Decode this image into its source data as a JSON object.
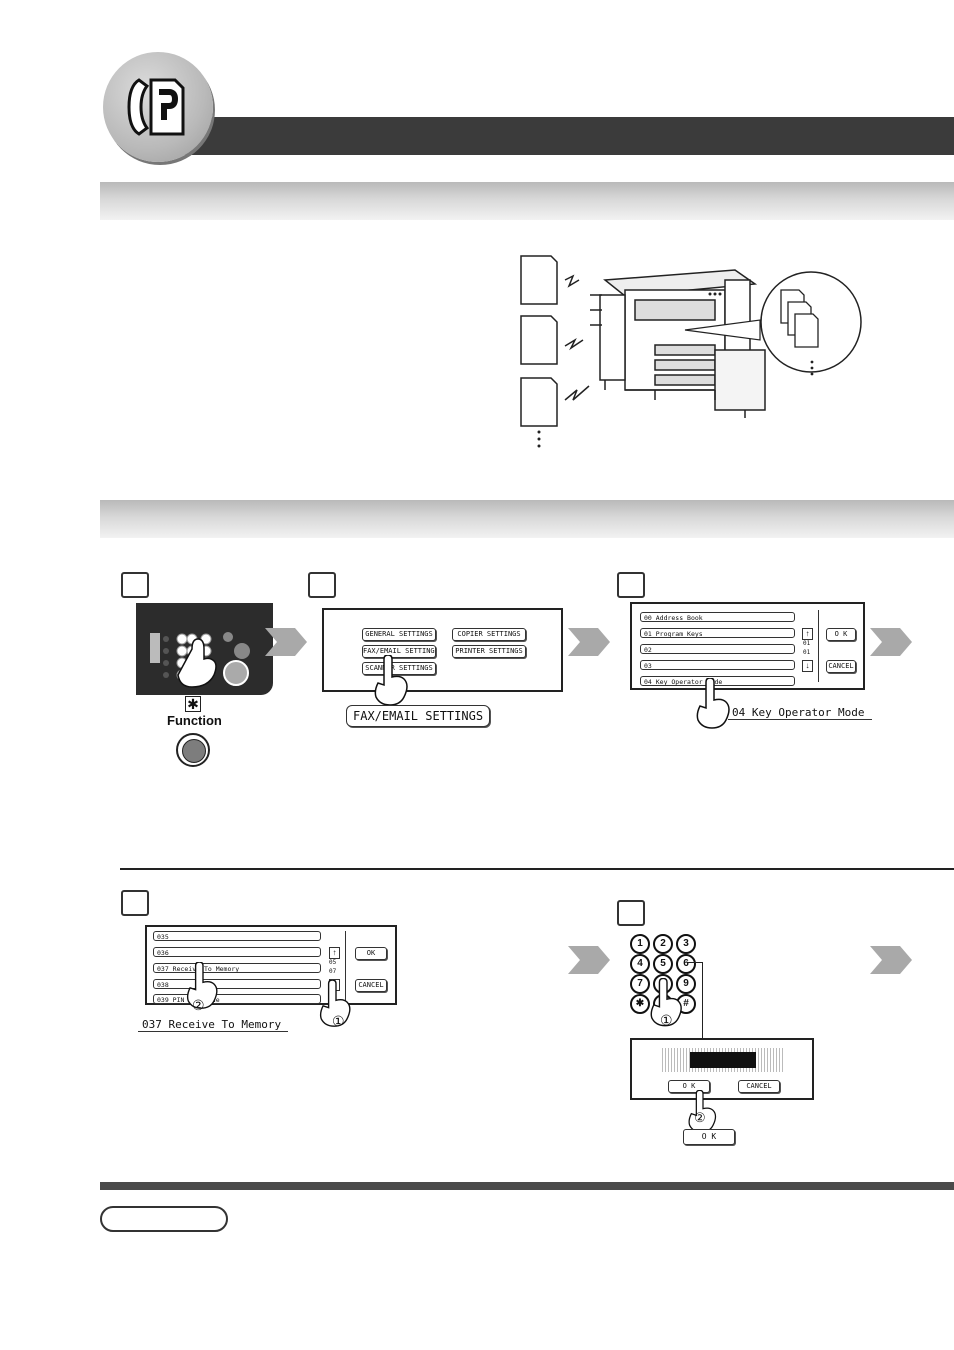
{
  "colors": {
    "header_bar": "#3b3b3b",
    "section_bar_top": "#b9b9b9",
    "section_bar_bottom": "#f2f2f2",
    "rule": "#222222"
  },
  "header": {
    "icon": "fax-phone-icon"
  },
  "illustration": {
    "machine": "multifunction-copier-fax-icon",
    "pages": "incoming-fax-pages-icon"
  },
  "steps_row1": {
    "step1": {
      "key_symbol": "✱",
      "function_label": "Function"
    },
    "step2": {
      "buttons": [
        "GENERAL SETTINGS",
        "COPIER SETTINGS",
        "FAX/EMAIL SETTINGS",
        "PRINTER SETTINGS",
        "SCANNER SETTINGS"
      ],
      "selected_label": "FAX/EMAIL SETTINGS"
    },
    "step3": {
      "rows": [
        "00 Address Book",
        "01 Program Keys",
        "02",
        "03",
        "04 Key Operator Mode"
      ],
      "page_indicator": [
        "01",
        "01"
      ],
      "ok_label": "O K",
      "cancel_label": "CANCEL",
      "selected_label": "04  Key Operator Mode"
    }
  },
  "steps_row2": {
    "step4": {
      "rows": [
        "035",
        "036",
        "037 Receive To Memory",
        "038",
        "039 PIN           ess        None"
      ],
      "page_indicator": [
        "05",
        "07"
      ],
      "ok_label": "OK",
      "cancel_label": "CANCEL",
      "selected_label": "037  Receive To Memory",
      "callout_1": "①",
      "callout_2": "②"
    },
    "step5": {
      "keys": [
        "1",
        "2",
        "3",
        "4",
        "5",
        "6",
        "7",
        "8",
        "9",
        "✱",
        "0",
        "#"
      ],
      "ok_label": "O K",
      "cancel_label": "CANCEL",
      "ok_button_label": "O K",
      "callout_1": "①",
      "callout_2": "②"
    }
  },
  "note": {
    "label": ""
  }
}
